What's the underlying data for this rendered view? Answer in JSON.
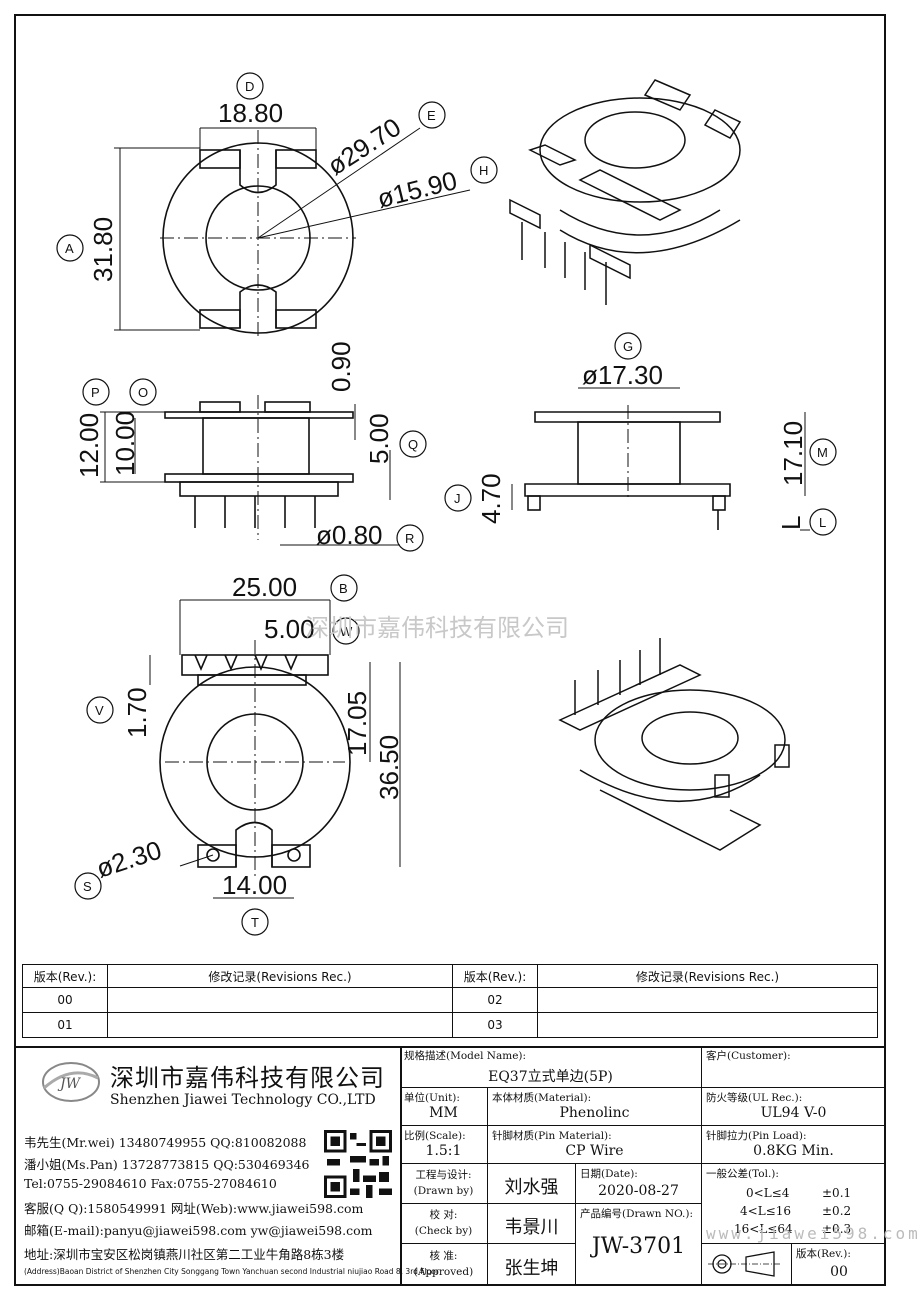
{
  "dimensions": {
    "d_1880": "18.80",
    "d_2970": "ø29.70",
    "d_1590": "ø15.90",
    "d_3180": "31.80",
    "d_090": "0.90",
    "d_1200": "12.00",
    "d_1000": "10.00",
    "d_500q": "5.00",
    "d_080": "ø0.80",
    "d_1730": "ø17.30",
    "d_1710": "17.10",
    "d_470": "4.70",
    "d_l": "L",
    "d_2500": "25.00",
    "d_500w": "5.00",
    "d_170": "1.70",
    "d_1705": "17.05",
    "d_3650": "36.50",
    "d_230": "ø2.30",
    "d_1400": "14.00"
  },
  "callouts": [
    "D",
    "E",
    "H",
    "A",
    "P",
    "O",
    "Q",
    "R",
    "G",
    "M",
    "J",
    "L",
    "B",
    "W",
    "V",
    "S",
    "T"
  ],
  "watermark": "深圳市嘉伟科技有限公司",
  "watermark_url": "www.jiawei598.com",
  "revisions": {
    "h_rev": "版本(Rev.):",
    "h_rec": "修改记录(Revisions Rec.)",
    "rows": [
      [
        "00",
        "",
        "02",
        ""
      ],
      [
        "01",
        "",
        "03",
        ""
      ]
    ]
  },
  "company": {
    "logo": "JW",
    "name_cn": "深圳市嘉伟科技有限公司",
    "name_en": "Shenzhen Jiawei Technology CO.,LTD",
    "contact1": "韦先生(Mr.wei) 13480749955 QQ:810082088",
    "contact2": "潘小姐(Ms.Pan) 13728773815 QQ:530469346",
    "contact3": "Tel:0755-29084610      Fax:0755-27084610",
    "contact4": "客服(Q Q):1580549991   网址(Web):www.jiawei598.com",
    "contact5": "邮箱(E-mail):panyu@jiawei598.com  yw@jiawei598.com",
    "address_cn": "地址:深圳市宝安区松岗镇燕川社区第二工业牛角路8栋3楼",
    "address_en": "(Address)Baoan District of Shenzhen City Songgang Town Yanchuan  second Industrial niujiao Road 8, 3rd Floor"
  },
  "title_block": {
    "model_lbl": "规格描述(Model Name):",
    "model_val": "EQ37立式单边(5P)",
    "customer_lbl": "客户(Customer):",
    "customer_val": "",
    "unit_lbl": "单位(Unit):",
    "unit_val": "MM",
    "material_lbl": "本体材质(Material):",
    "material_val": "Phenolinc",
    "ul_lbl": "防火等级(UL Rec.):",
    "ul_val": "UL94 V-0",
    "scale_lbl": "比例(Scale):",
    "scale_val": "1.5:1",
    "pin_lbl": "针脚材质(Pin Material):",
    "pin_val": "CP Wire",
    "load_lbl": "针脚拉力(Pin Load):",
    "load_val": "0.8KG Min.",
    "drawn_lbl1": "工程与设计:",
    "drawn_lbl2": "(Drawn by)",
    "drawn_val": "刘水强",
    "date_lbl": "日期(Date):",
    "date_val": "2020-08-27",
    "tol_lbl": "一般公差(Tol.):",
    "tol1": "0<L≤4",
    "tol1v": "±0.1",
    "tol2": "4<L≤16",
    "tol2v": "±0.2",
    "tol3": "16<L≤64",
    "tol3v": "±0.3",
    "check_lbl1": "校  对:",
    "check_lbl2": "(Check by)",
    "check_val": "韦景川",
    "dno_lbl": "产品编号(Drawn NO.):",
    "dno_val": "JW-3701",
    "appr_lbl1": "核  准:",
    "appr_lbl2": "(Approved)",
    "appr_val": "张生坤",
    "rev_lbl": "版本(Rev.):",
    "rev_val": "00"
  }
}
